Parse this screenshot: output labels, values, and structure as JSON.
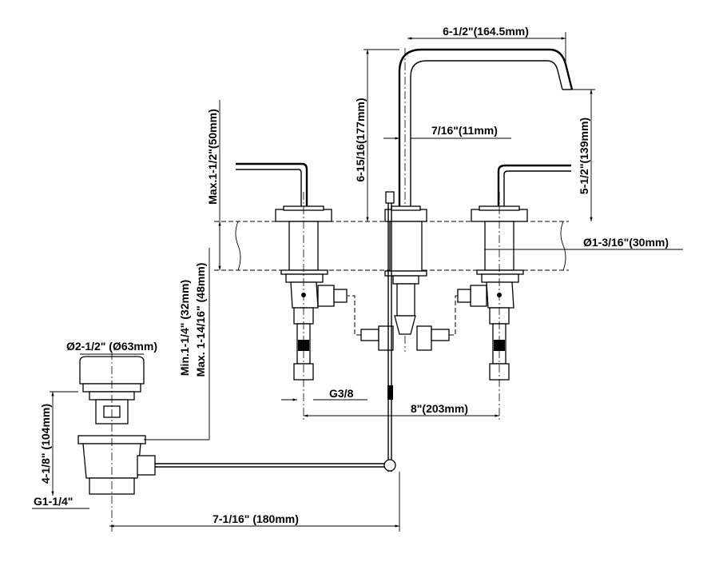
{
  "title": "Widespread faucet dimension drawing",
  "dimensions": {
    "spout_reach": "6-1/2\"(164.5mm)",
    "spout_total_height": "6-15/16(177mm)",
    "spout_outlet_height": "5-1/2\"(139mm)",
    "spout_tube": "7/16\"(11mm)",
    "handle_body_diameter": "Ø1-3/16\"(30mm)",
    "deck_max": "Max.1-1/2\"(50mm)",
    "drain_min": "Min.1-1/4\" (32mm)",
    "drain_max": "Max. 1-14/16\" (48mm)",
    "drain_cap_diameter": "Ø2-1/2\" (Ø63mm)",
    "drain_height": "4-1/8\" (104mm)",
    "drain_thread": "G1-1/4\"",
    "inlet_thread": "G3/8",
    "center_spread": "8\"(203mm)",
    "drain_rod_length": "7-1/16\" (180mm)"
  }
}
